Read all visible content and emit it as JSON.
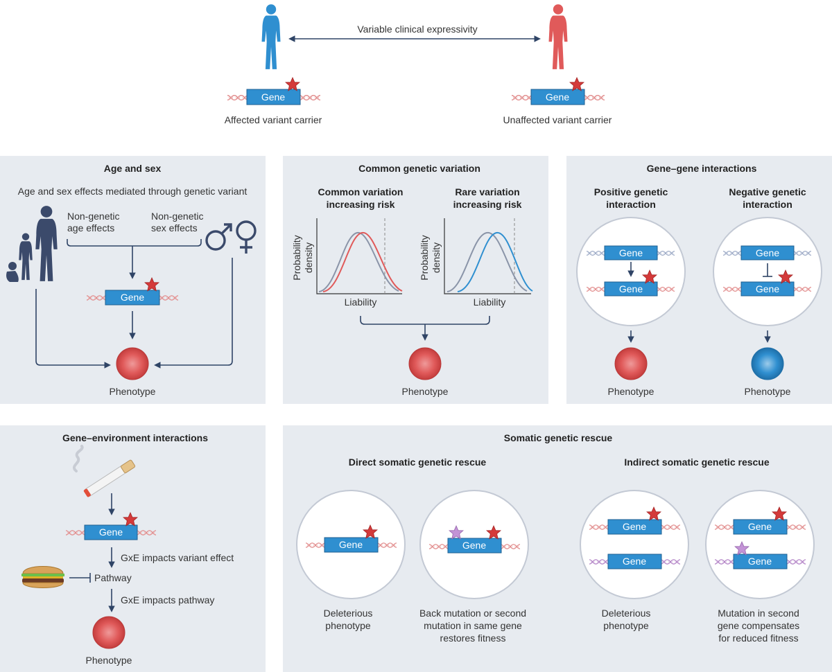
{
  "top": {
    "arrow_label": "Variable clinical expressivity",
    "left_caption": "Affected variant carrier",
    "right_caption": "Unaffected variant carrier",
    "gene": "Gene",
    "colors": {
      "affected_figure": "#2f8fd0",
      "unaffected_figure": "#e05a5a"
    }
  },
  "age_sex": {
    "title": "Age and sex",
    "subtitle": "Age and sex effects mediated through genetic variant",
    "nongenetic_age_1": "Non-genetic",
    "nongenetic_age_2": "age effects",
    "nongenetic_sex_1": "Non-genetic",
    "nongenetic_sex_2": "sex effects",
    "gene": "Gene",
    "phenotype": "Phenotype"
  },
  "common": {
    "title": "Common genetic variation",
    "left_heading_1": "Common variation",
    "left_heading_2": "increasing risk",
    "right_heading_1": "Rare variation",
    "right_heading_2": "increasing risk",
    "ylabel_1": "Probability",
    "ylabel_2": "density",
    "xlabel": "Liability",
    "phenotype": "Phenotype"
  },
  "gene_gene": {
    "title": "Gene–gene interactions",
    "positive_1": "Positive genetic",
    "positive_2": "interaction",
    "negative_1": "Negative genetic",
    "negative_2": "interaction",
    "gene": "Gene",
    "phenotype": "Phenotype"
  },
  "gxe": {
    "title": "Gene–environment interactions",
    "gene": "Gene",
    "effect_variant": "GxE impacts variant effect",
    "pathway": "Pathway",
    "effect_pathway": "GxE impacts pathway",
    "phenotype": "Phenotype"
  },
  "somatic": {
    "title": "Somatic genetic rescue",
    "direct_heading": "Direct somatic genetic rescue",
    "indirect_heading": "Indirect somatic genetic rescue",
    "gene": "Gene",
    "c1_1": "Deleterious",
    "c1_2": "phenotype",
    "c2_1": "Back mutation or second",
    "c2_2": "mutation in same gene",
    "c2_3": "restores fitness",
    "c3_1": "Deleterious",
    "c3_2": "phenotype",
    "c4_1": "Mutation in second",
    "c4_2": "gene compensates",
    "c4_3": "for reduced fitness"
  },
  "colors": {
    "panel_bg": "#e7ebf0",
    "gene_fill": "#2f8fd0",
    "variant_star": "#d43a3a",
    "rescue_star": "#b07fc4",
    "arrow": "#2f4466",
    "phenotype_red": "#e05a5a",
    "phenotype_blue": "#2f8fd0",
    "curve_grey": "#8a94a8",
    "curve_red": "#e05a5a",
    "curve_blue": "#2f8fd0"
  }
}
